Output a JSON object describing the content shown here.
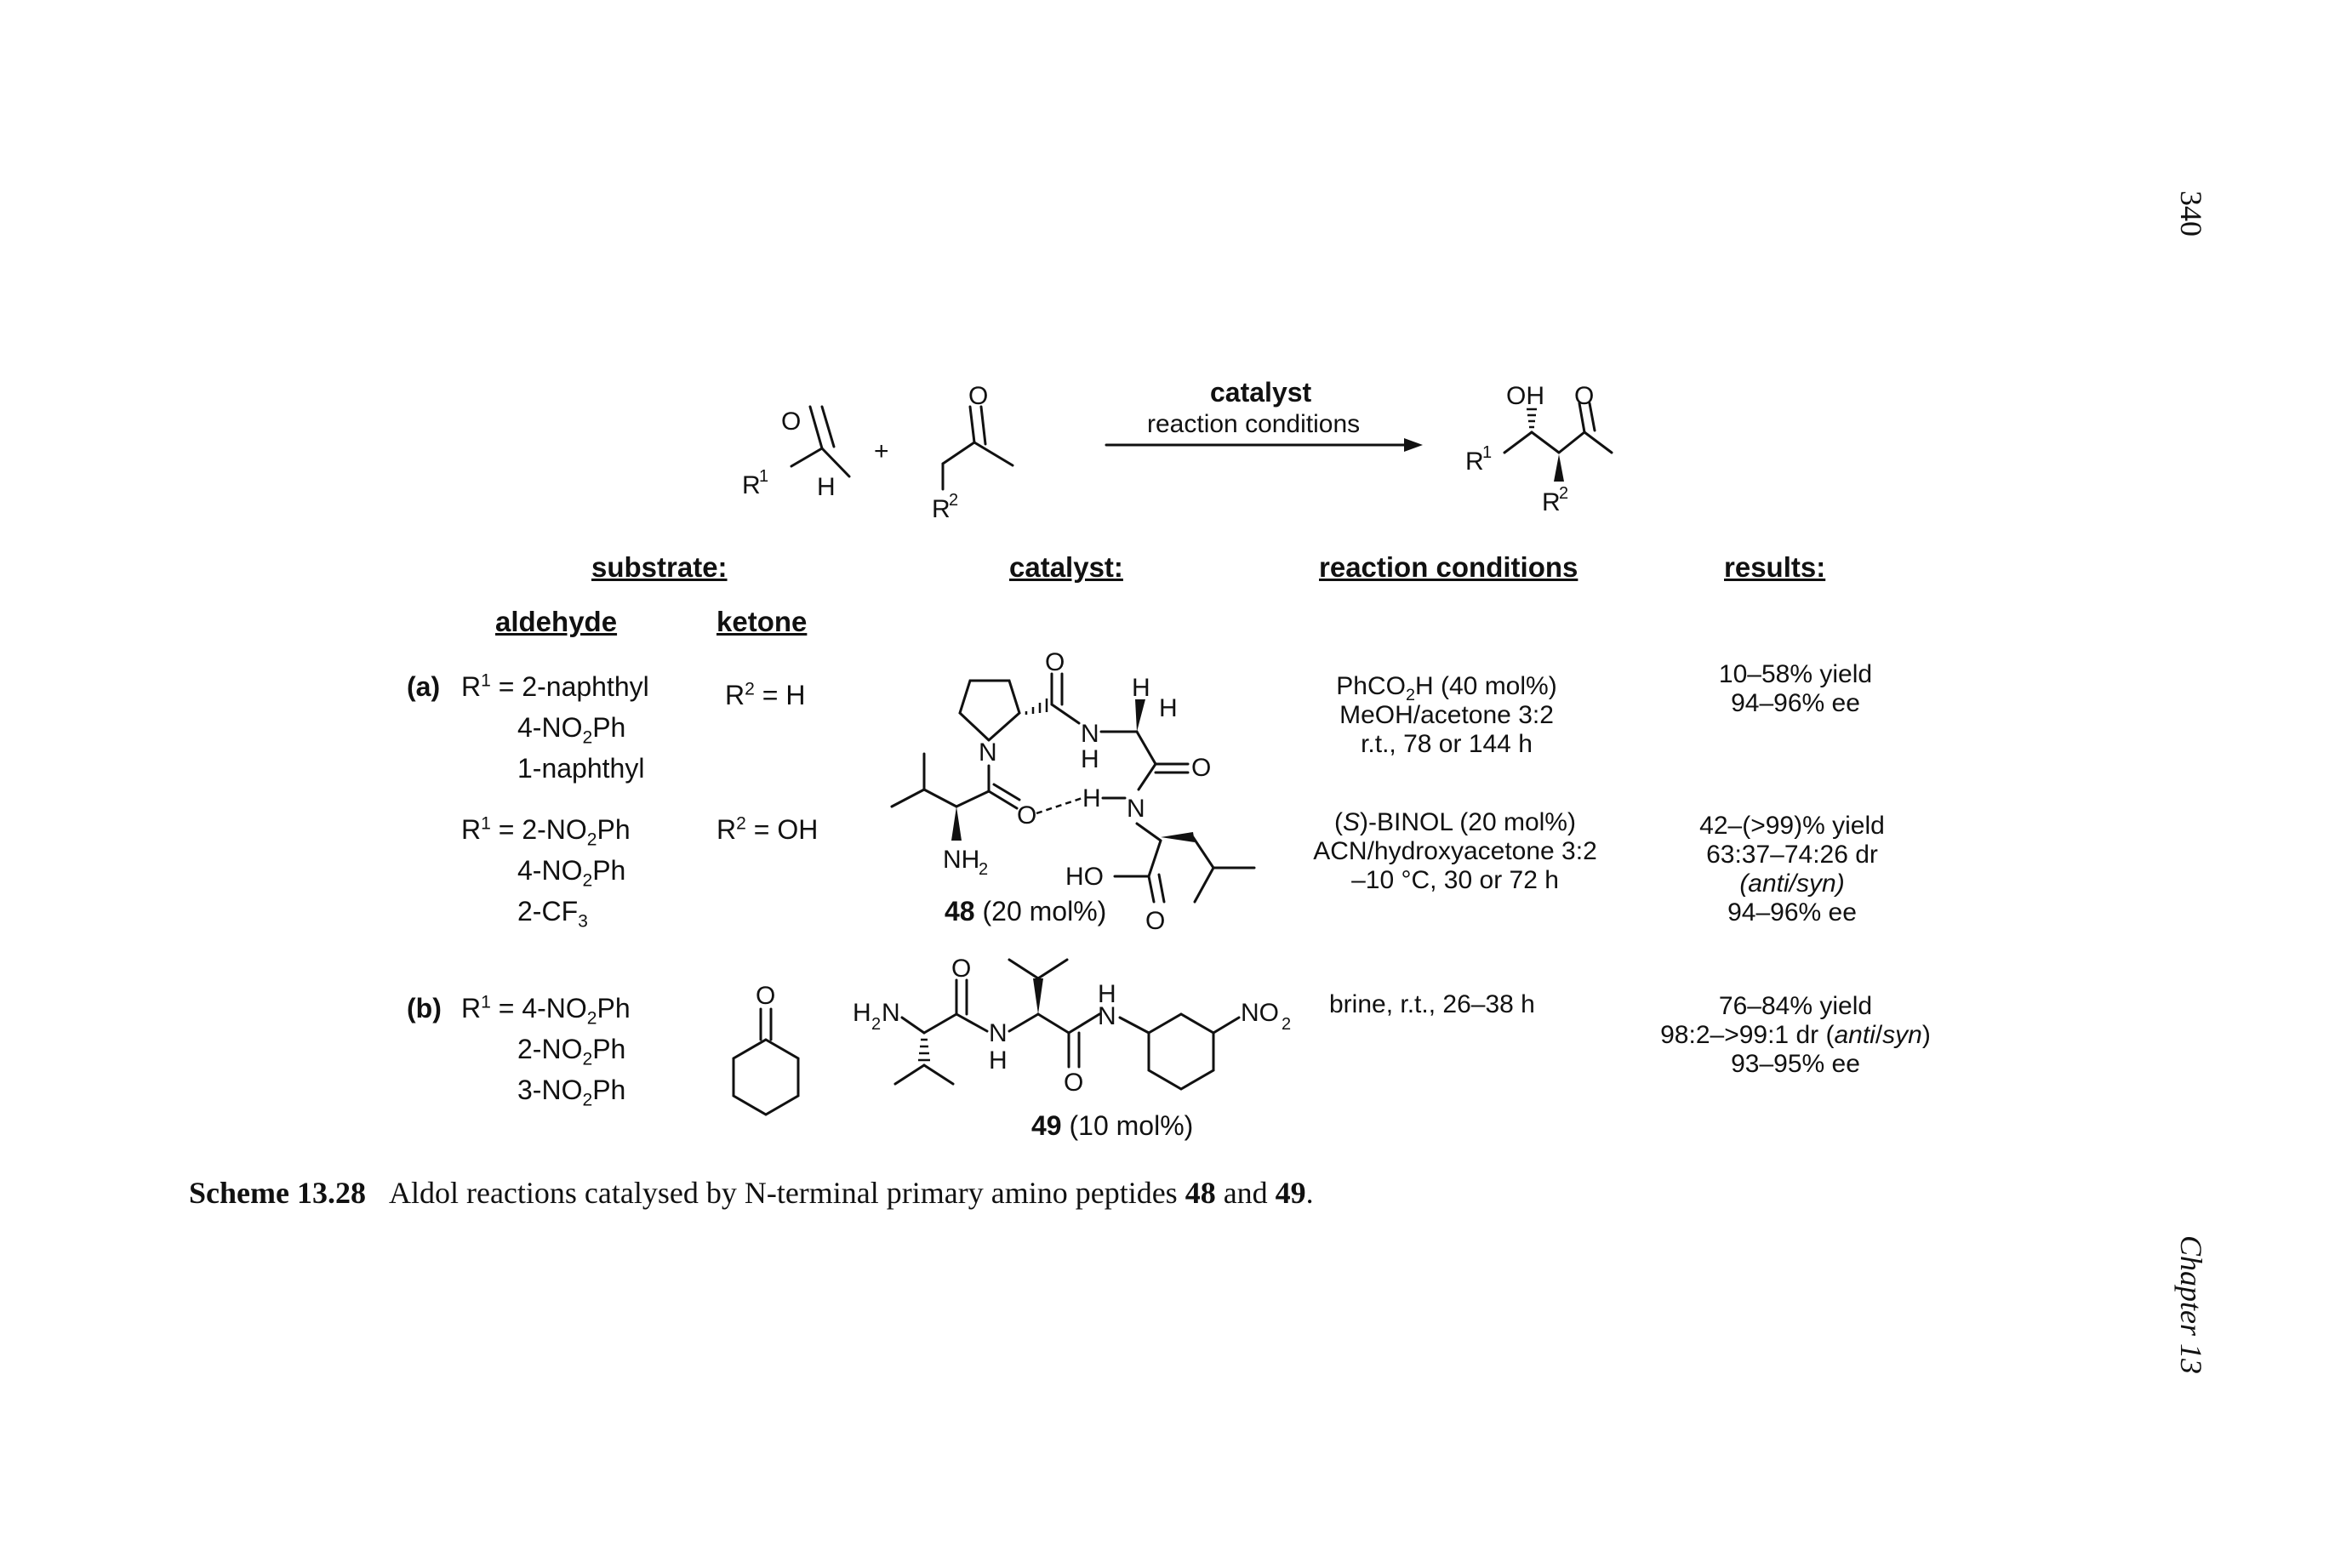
{
  "page": {
    "number": "340",
    "chapter": "Chapter 13"
  },
  "scheme": {
    "plus": "+",
    "arrow_top": "catalyst",
    "arrow_bottom": "reaction conditions",
    "aldehyde_atoms": {
      "o": "O",
      "r": "R",
      "r_sup": "1",
      "h": "H"
    },
    "ketone_atoms": {
      "o": "O",
      "r": "R",
      "r_sup": "2"
    },
    "product_atoms": {
      "oh": "OH",
      "o": "O",
      "r1": "R",
      "r1_sup": "1",
      "r2": "R",
      "r2_sup": "2"
    }
  },
  "table": {
    "headers": {
      "substrate": "substrate:",
      "catalyst": "catalyst:",
      "conditions": "reaction conditions",
      "results": "results:",
      "aldehyde": "aldehyde",
      "ketone": "ketone"
    },
    "row_a": {
      "label": "(a)",
      "r1_first": "= 2-naphthyl",
      "r1_rest": [
        "4-NO",
        "1-naphthyl"
      ],
      "r2_h": "= H",
      "r1_second": "= 2-NO",
      "r1_second_rest": [
        "4-NO",
        "2-CF"
      ],
      "r2_oh": "= OH",
      "cond1": [
        "PhCO",
        "H (40 mol%)",
        "MeOH/acetone 3:2",
        "r.t., 78 or 144 h"
      ],
      "res1": [
        "10–58% yield",
        "94–96% ee"
      ],
      "cond2": [
        "(",
        "S",
        ")-BINOL (20 mol%)",
        "ACN/hydroxyacetone 3:2",
        "–10 °C, 30 or 72 h"
      ],
      "res2": [
        "42–(>99)% yield",
        "63:37–74:26 dr",
        "(anti/syn)",
        "94–96% ee"
      ],
      "catalyst_label": "48",
      "catalyst_loading": "(20 mol%)"
    },
    "row_b": {
      "label": "(b)",
      "r1": "= 4-NO",
      "r1_rest": [
        "2-NO",
        "3-NO"
      ],
      "cond": "brine, r.t., 26–38 h",
      "res": [
        "76–84% yield",
        "98:2–>99:1 dr (",
        "anti",
        "/",
        "syn",
        ")",
        "93–95% ee"
      ],
      "catalyst_label": "49",
      "catalyst_loading": "(10 mol%)"
    }
  },
  "caption": {
    "label": "Scheme 13.28",
    "text": "Aldol reactions catalysed by N-terminal primary amino peptides",
    "cmp1": "48",
    "and": "and",
    "cmp2": "49",
    "end": "."
  }
}
